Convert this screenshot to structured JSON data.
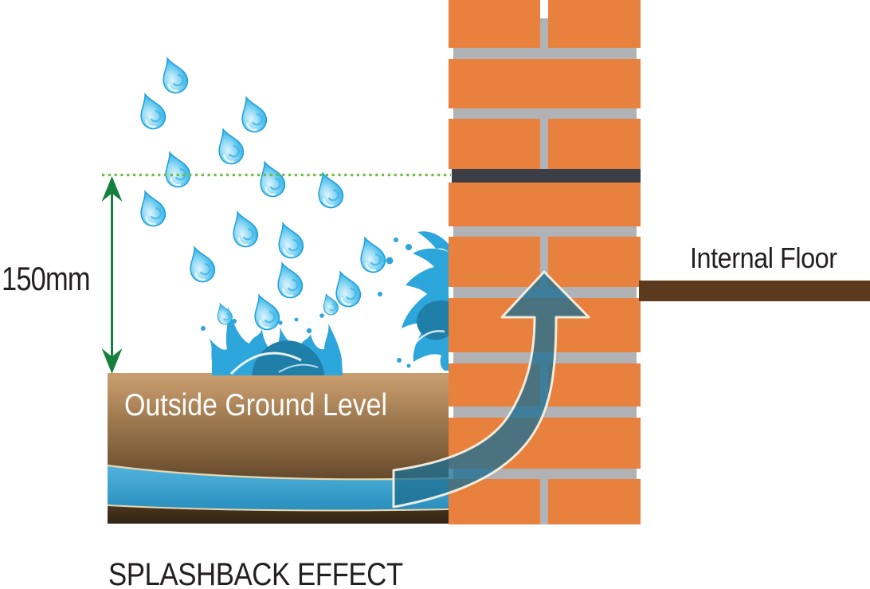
{
  "title": "SPLASHBACK EFFECT",
  "labels": {
    "measurement": "150mm",
    "internal_floor": "Internal Floor",
    "outside_ground": "Outside Ground Level"
  },
  "colors": {
    "brick": "#E8803E",
    "mortar": "#B0B2B5",
    "damp_proof_course": "#3B3F45",
    "internal_floor_bar": "#5B3A1E",
    "ground_top": "#C89E6F",
    "ground_bottom": "#332414",
    "water_stream": "#2FA0CE",
    "raindrop": "#29ABE2",
    "splash": "#2CA6DB",
    "splash_core": "#1F7FA8",
    "measurement_arrow": "#15803D",
    "dotted_level_line": "#6CBE45",
    "text": "#231F20"
  },
  "graphics": {
    "raindrop_count": 17,
    "wall": "brick wall with damp proof course",
    "rising_arrow": "water splashback arrow through wall"
  }
}
